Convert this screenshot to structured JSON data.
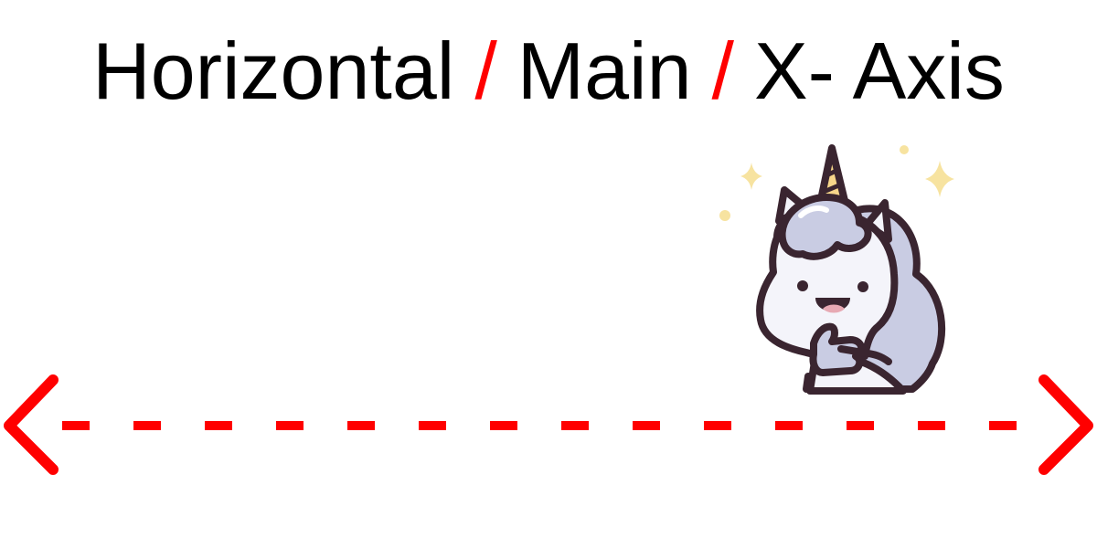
{
  "title": {
    "parts": [
      "Horizontal",
      "Main",
      "X- Axis"
    ],
    "separator": "/",
    "text_color": "#000000",
    "separator_color": "#ff0000"
  },
  "axis": {
    "color": "#ff0000",
    "style": "dashed",
    "arrowheads": "both-ends"
  },
  "illustration": {
    "icon": "unicorn-thumbs-up-icon",
    "sparkle_color": "#f7e3a0"
  }
}
